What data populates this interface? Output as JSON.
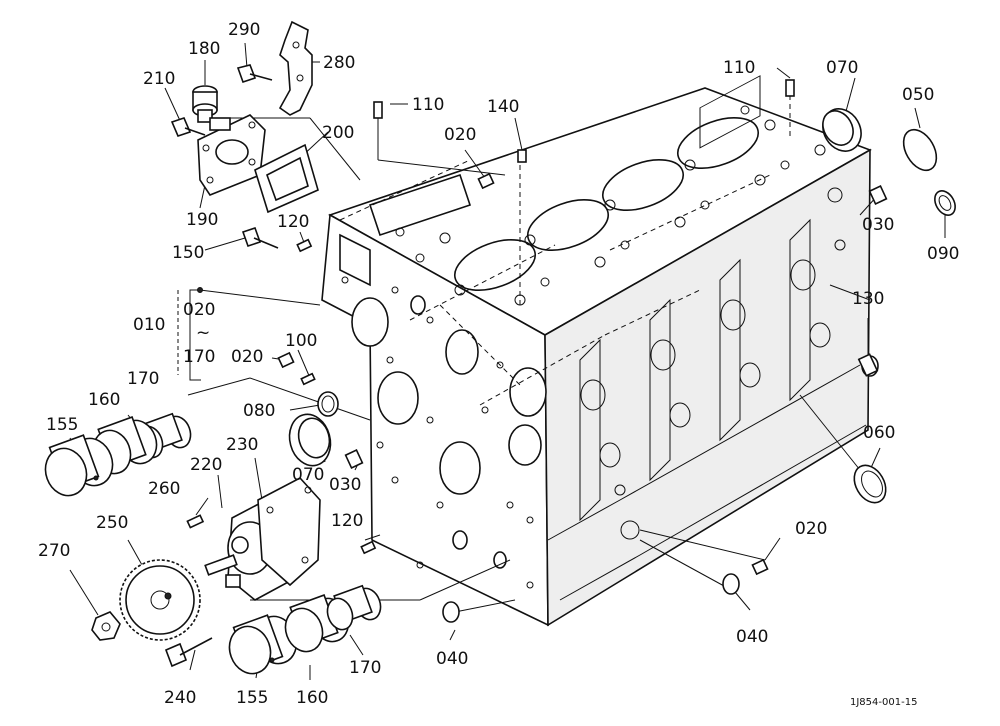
{
  "labels": {
    "l290": "290",
    "l180": "180",
    "l280": "280",
    "l210": "210",
    "l110a": "110",
    "l110b": "110",
    "l070a": "070",
    "l050": "050",
    "l140": "140",
    "l020a": "020",
    "l200": "200",
    "l190": "190",
    "l120a": "120",
    "l150": "150",
    "l030a": "030",
    "l090": "090",
    "l010": "010",
    "l020b": "020",
    "l_tilde": "~",
    "l170a": "170",
    "l100": "100",
    "l020c": "020",
    "l130": "130",
    "l170b": "170",
    "l160a": "160",
    "l155a": "155",
    "l080": "080",
    "l230": "230",
    "l220": "220",
    "l070b": "070",
    "l030b": "030",
    "l060": "060",
    "l260": "260",
    "l250": "250",
    "l120b": "120",
    "l020d": "020",
    "l270": "270",
    "l040a": "040",
    "l040b": "040",
    "l170c": "170",
    "l240": "240",
    "l155b": "155",
    "l160b": "160"
  },
  "reference": "1J854-001-15"
}
